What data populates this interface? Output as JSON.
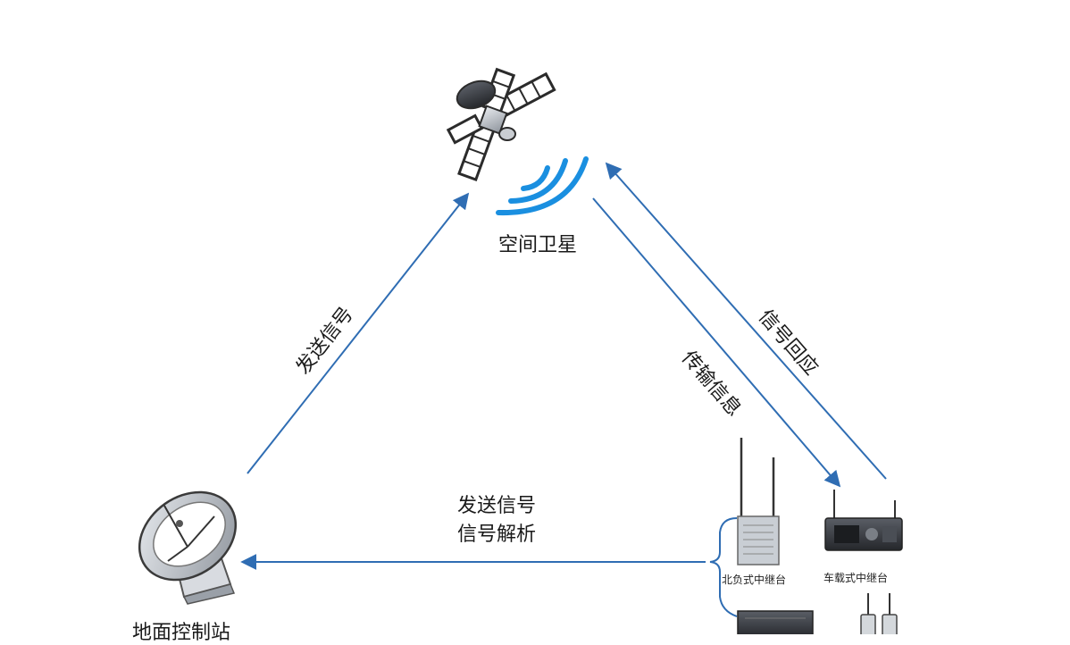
{
  "nodes": {
    "satellite": "空间卫星",
    "ground_station": "地面控制站",
    "backpack_repeater": "北负式中继台",
    "vehicle_repeater": "车载式中继台"
  },
  "edges": {
    "ground_to_satellite": "发送信号",
    "satellite_to_terminal": "传输信息",
    "terminal_to_satellite": "信号回应",
    "terminal_to_ground_line1": "发送信号",
    "terminal_to_ground_line2": "信号解析"
  },
  "colors": {
    "arrow": "#2f6db3",
    "signal_wave": "#1a8fe0",
    "device_dark": "#3c3f46",
    "device_light": "#b8bec6"
  }
}
